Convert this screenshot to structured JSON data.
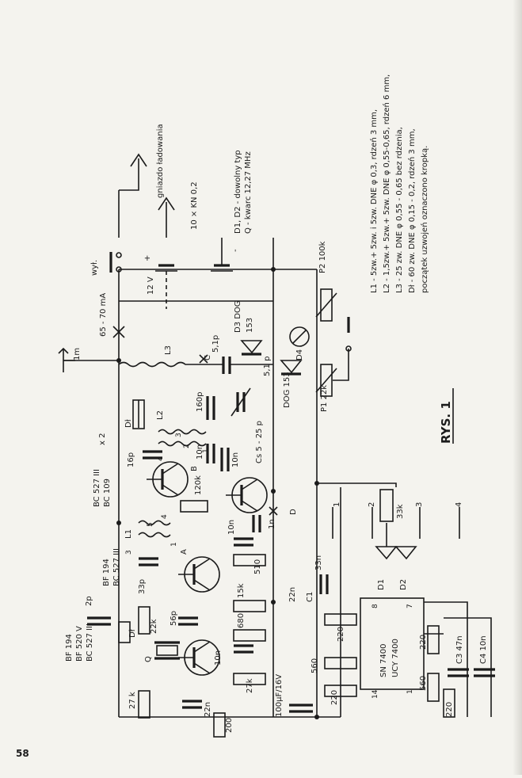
{
  "page_number": "58",
  "figure_label": "RYS. 1",
  "notes": {
    "diodes": "D1, D2 - dowolny typ",
    "crystal": "Q - kwarc 12,27 MHz",
    "battery": "10 × KN 0,2",
    "charge": "gniazdo ładowania",
    "coils": [
      "L1 - 5zw.+ 5zw. i 5zw. DNE φ 0,3, rdzeń 3 mm,",
      "L2 - 1,5zw.+ 5zw.+ 5zw. DNE φ 0,55-0,65, rdzeń 6 mm,",
      "L3 - 25 zw. DNE φ 0,55 - 0,65 bez rdzenia,",
      "Dł - 60 zw. DNE φ 0,15 - 0,2, rdzeń 3 mm,",
      "początek uzwojeń oznaczono kropką."
    ]
  },
  "labels": {
    "wyl": "wył.",
    "v12": "12 V",
    "plus": "+",
    "minus": "-",
    "antenna": "1m",
    "current": "65 - 70 mA",
    "l3": "L3",
    "c": "C",
    "c51p_a": "5,1p",
    "d3": "D3 DOG",
    "d3n": "153",
    "d4": "D4",
    "c51p_b": "5,1 p",
    "dog153": "DOG 153",
    "p2": "P2 100k",
    "p1": "P1 22k",
    "c160p": "160p",
    "cs": "Cs 5 - 25 p",
    "dl_top": "Dł",
    "l2": "L2",
    "c10n_a": "10n",
    "c10n_b": "10n",
    "c16p": "16p",
    "b": "B",
    "bc527": "BC 527 III",
    "bc109": "BC 109",
    "x2": "x 2",
    "r120k": "120k",
    "c1n": "1n",
    "d": "D",
    "r33k": "33k",
    "d1": "D1",
    "d2": "D2",
    "l1": "L1",
    "a": "A",
    "c33p": "33p",
    "r510": "510",
    "c10n_c": "10n",
    "bf194_a": "BF 194",
    "bc527_a": "BC 527 III",
    "c2p": "2p",
    "r15k": "15k",
    "c56p": "56p",
    "r22k": "22k",
    "dl_left": "Dł",
    "q": "Q",
    "r680": "680",
    "c10n_d": "10n",
    "r27k_a": "27k",
    "r27k_b": "27 k",
    "c22n_a": "22n",
    "r200": "200",
    "c100u": "100μF/16V",
    "bf194_b": "BF 194",
    "bf520": "BF 520 V",
    "bc527_b": "BC 527 III",
    "c22n_b": "22n",
    "c1": "C1",
    "c33n": "33n",
    "sn7400": "SN 7400",
    "ucy7400": "UCY 7400",
    "r220_a": "220",
    "r220_b": "220",
    "r220_c": "220",
    "r220_d": "220",
    "r560_a": "560",
    "r560_b": "560",
    "c3": "C3 47n",
    "c4": "C4 10n",
    "pin8": "8",
    "pin7": "7",
    "pin14": "14",
    "pin1": "1",
    "n1": "1",
    "n2": "2",
    "n3": "3",
    "n4": "4",
    "l1_1": "1",
    "l1_3": "3",
    "l1_4": "4",
    "l1_5": "5",
    "l2_1": "1",
    "l2_2": "2",
    "l2_3": "3",
    "l2_4": "4"
  }
}
